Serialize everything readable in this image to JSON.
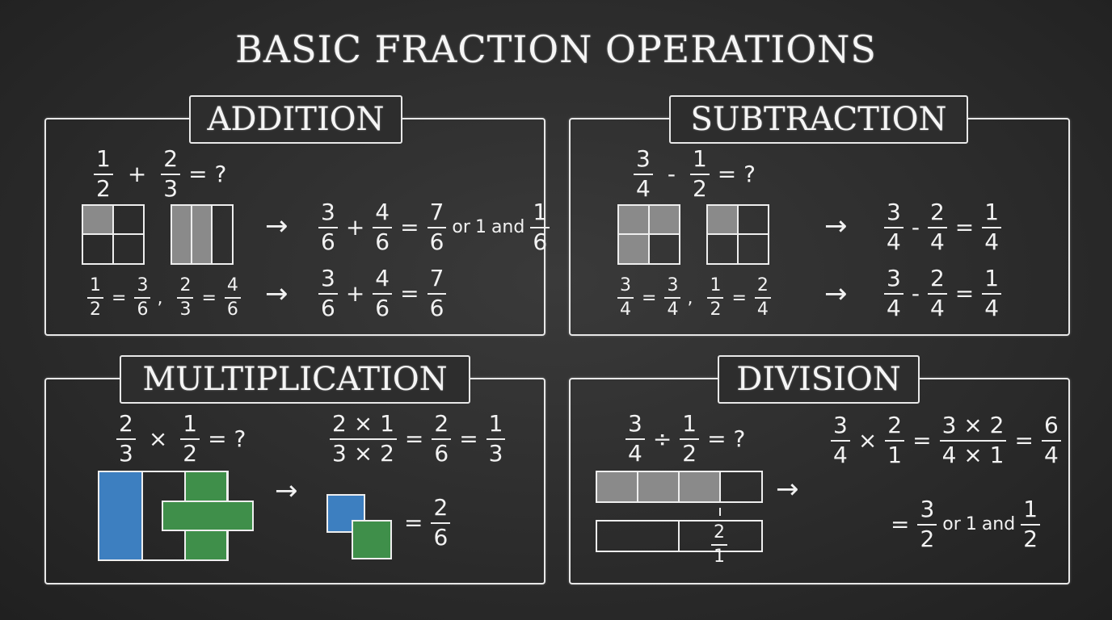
{
  "title": "BASIC FRACTION OPERATIONS",
  "colors": {
    "board": "#2c2c2c",
    "chalk": "#f2f2f2",
    "blue": "#3d7fc0",
    "green": "#3f8f4a",
    "gray": "#8a8a8a"
  },
  "icons": {
    "arrow": "right-arrow-icon"
  },
  "addition": {
    "label": "ADDITION",
    "problem": {
      "a_n": "1",
      "a_d": "2",
      "op": "+",
      "b_n": "2",
      "b_d": "3",
      "eq": "= ?"
    },
    "step1": {
      "a_n": "3",
      "a_d": "6",
      "op": "+",
      "b_n": "4",
      "b_d": "6",
      "eq": "=",
      "r_n": "7",
      "r_d": "6",
      "or": "or",
      "whole": "1",
      "and": "and",
      "m_n": "1",
      "m_d": "6"
    },
    "equiv": {
      "a_n": "1",
      "a_d": "2",
      "eq1": "=",
      "b_n": "3",
      "b_d": "6",
      "comma": ",",
      "c_n": "2",
      "c_d": "3",
      "eq2": "=",
      "d_n": "4",
      "d_d": "6"
    },
    "step2": {
      "a_n": "3",
      "a_d": "6",
      "op": "+",
      "b_n": "4",
      "b_d": "6",
      "eq": "=",
      "r_n": "7",
      "r_d": "6"
    }
  },
  "subtraction": {
    "label": "SUBTRACTION",
    "problem": {
      "a_n": "3",
      "a_d": "4",
      "op": "-",
      "b_n": "1",
      "b_d": "2",
      "eq": "= ?"
    },
    "step1": {
      "a_n": "3",
      "a_d": "4",
      "op": "-",
      "b_n": "2",
      "b_d": "4",
      "eq": "=",
      "r_n": "1",
      "r_d": "4"
    },
    "equiv": {
      "a_n": "3",
      "a_d": "4",
      "eq1": "=",
      "b_n": "3",
      "b_d": "4",
      "comma": ",",
      "c_n": "1",
      "c_d": "2",
      "eq2": "=",
      "d_n": "2",
      "d_d": "4"
    },
    "step2": {
      "a_n": "3",
      "a_d": "4",
      "op": "-",
      "b_n": "2",
      "b_d": "4",
      "eq": "=",
      "r_n": "1",
      "r_d": "4"
    }
  },
  "multiplication": {
    "label": "MULTIPLICATION",
    "problem": {
      "a_n": "2",
      "a_d": "3",
      "op": "×",
      "b_n": "1",
      "b_d": "2",
      "eq": "= ?"
    },
    "step1": {
      "num": "2 × 1",
      "den": "3 × 2",
      "eq1": "=",
      "r_n": "2",
      "r_d": "6",
      "eq2": "=",
      "s_n": "1",
      "s_d": "3"
    },
    "step2": {
      "eq": "=",
      "r_n": "2",
      "r_d": "6"
    }
  },
  "division": {
    "label": "DIVISION",
    "problem": {
      "a_n": "3",
      "a_d": "4",
      "op": "÷",
      "b_n": "1",
      "b_d": "2",
      "eq": "= ?"
    },
    "step1": {
      "a_n": "3",
      "a_d": "4",
      "op": "×",
      "b_n": "2",
      "b_d": "1",
      "eq1": "=",
      "num": "3 × 2",
      "den": "4 × 1",
      "eq2": "=",
      "r_n": "6",
      "r_d": "4"
    },
    "step2": {
      "eq": "=",
      "r_n": "3",
      "r_d": "2",
      "or": "or",
      "whole": "1",
      "and": "and",
      "m_n": "1",
      "m_d": "2"
    },
    "bar_label": {
      "n": "2",
      "d": "1"
    }
  }
}
